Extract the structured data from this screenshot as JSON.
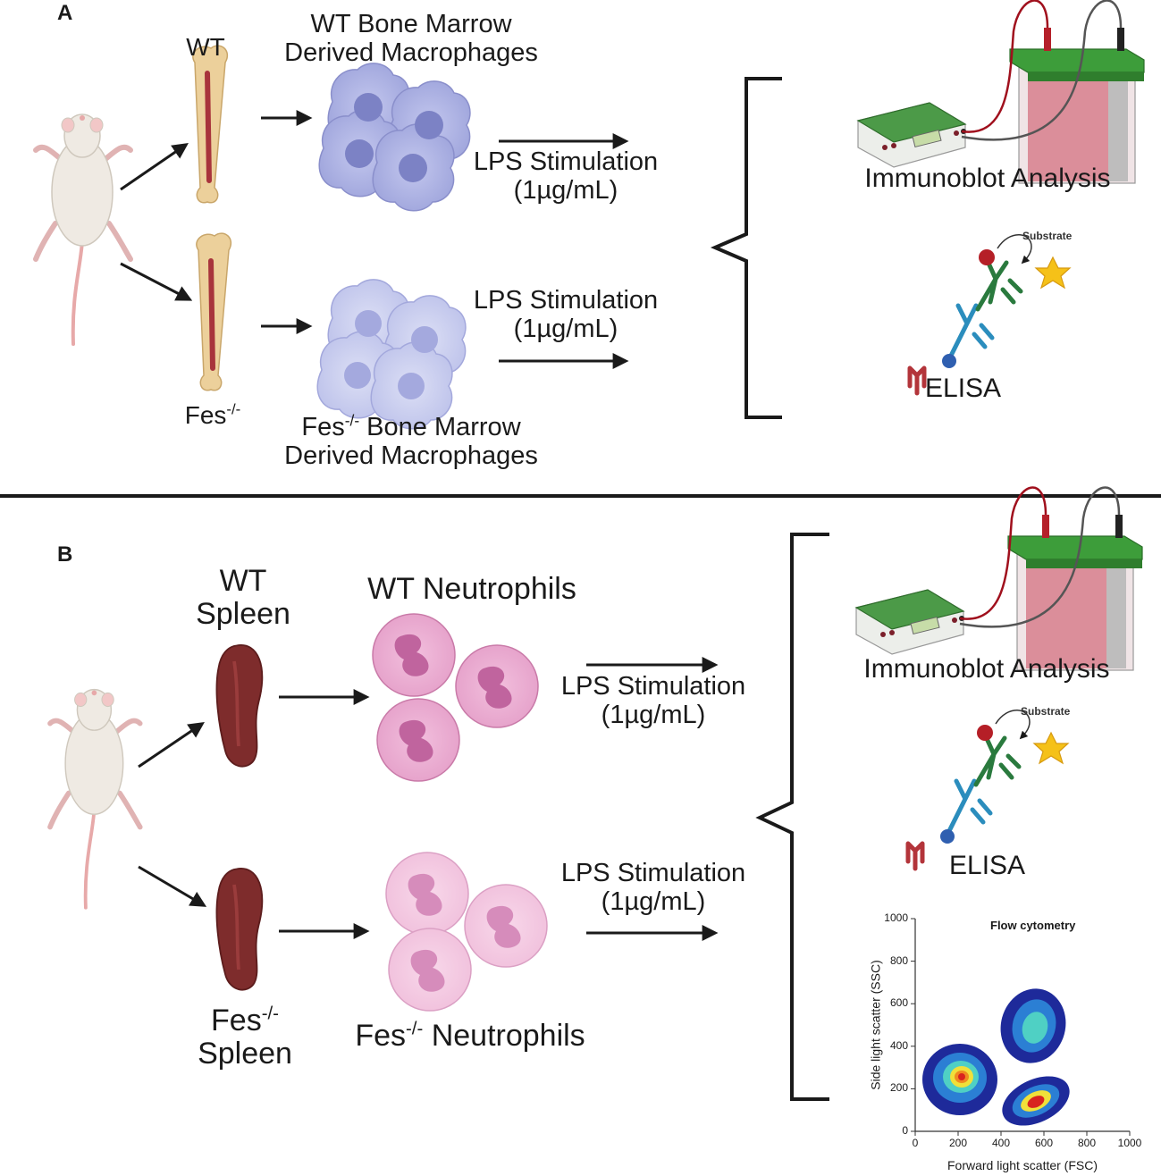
{
  "panel_a": {
    "letter": "A",
    "wt_label": "WT",
    "ko_label_base": "Fes",
    "ko_label_sup": "-/-",
    "wt_cells_line1": "WT Bone Marrow",
    "wt_cells_line2": "Derived Macrophages",
    "ko_cells_base": "Fes",
    "ko_cells_sup": "-/-",
    "ko_cells_line1_rest": " Bone Marrow",
    "ko_cells_line2": "Derived Macrophages",
    "stim_top_line1": "LPS Stimulation",
    "stim_top_line2": "(1µg/mL)",
    "stim_bot_line1": "LPS Stimulation",
    "stim_bot_line2": "(1µg/mL)",
    "immunoblot": "Immunoblot Analysis",
    "substrate": "Substrate",
    "elisa": "ELISA"
  },
  "panel_b": {
    "letter": "B",
    "wt_line1": "WT",
    "wt_line2": "Spleen",
    "ko_base": "Fes",
    "ko_sup": "-/-",
    "ko_line2": "Spleen",
    "wt_cells": "WT Neutrophils",
    "ko_cells_base": "Fes",
    "ko_cells_sup": "-/-",
    "ko_cells_rest": " Neutrophils",
    "stim_top_line1": "LPS Stimulation",
    "stim_top_line2": "(1µg/mL)",
    "stim_bot_line1": "LPS Stimulation",
    "stim_bot_line2": "(1µg/mL)",
    "immunoblot": "Immunoblot Analysis",
    "substrate": "Substrate",
    "elisa": "ELISA"
  },
  "flow": {
    "title": "Flow cytometry",
    "xlabel": "Forward light scatter (FSC)",
    "ylabel": "Side light scatter (SSC)",
    "x_ticks": [
      "0",
      "200",
      "400",
      "600",
      "800",
      "1000"
    ],
    "y_ticks": [
      "0",
      "200",
      "400",
      "600",
      "800",
      "1000"
    ]
  },
  "colors": {
    "macrophage_wt": "#a9aee0",
    "macrophage_ko": "#c5c9ec",
    "neutrophil_wt": "#e8a9cf",
    "neutrophil_ko": "#f3c6e1",
    "spleen": "#7a2a2a",
    "bone": "#e9c98f",
    "tank_green": "#3a9a3a",
    "buffer_red": "#d97f8c"
  }
}
